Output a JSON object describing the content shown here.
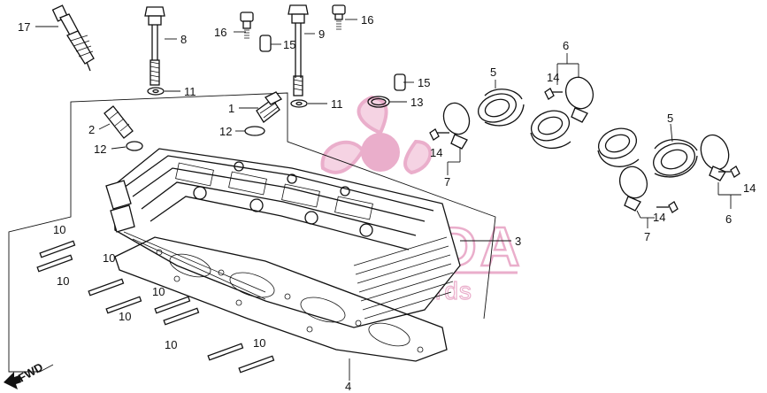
{
  "diagram": {
    "fwd_label": "FWD",
    "labels": {
      "l17": "17",
      "l8": "8",
      "l16a": "16",
      "l15a": "15",
      "l9": "9",
      "l16b": "16",
      "l11a": "11",
      "l11b": "11",
      "l15b": "15",
      "l13": "13",
      "l1": "1",
      "l12a": "12",
      "l2": "2",
      "l12b": "12",
      "l3": "3",
      "l4": "4",
      "l5a": "5",
      "l5b": "5",
      "l6a": "6",
      "l6b": "6",
      "l14a": "14",
      "l14b": "14",
      "l14c": "14",
      "l14d": "14",
      "l7a": "7",
      "l7b": "7",
      "l10a": "10",
      "l10b": "10",
      "l10c": "10",
      "l10d": "10",
      "l10e": "10",
      "l10f": "10",
      "l10g": "10"
    }
  },
  "watermark": {
    "brand": "ARMADA",
    "tagline": "marine outboards",
    "color": "#e8a6c6"
  }
}
